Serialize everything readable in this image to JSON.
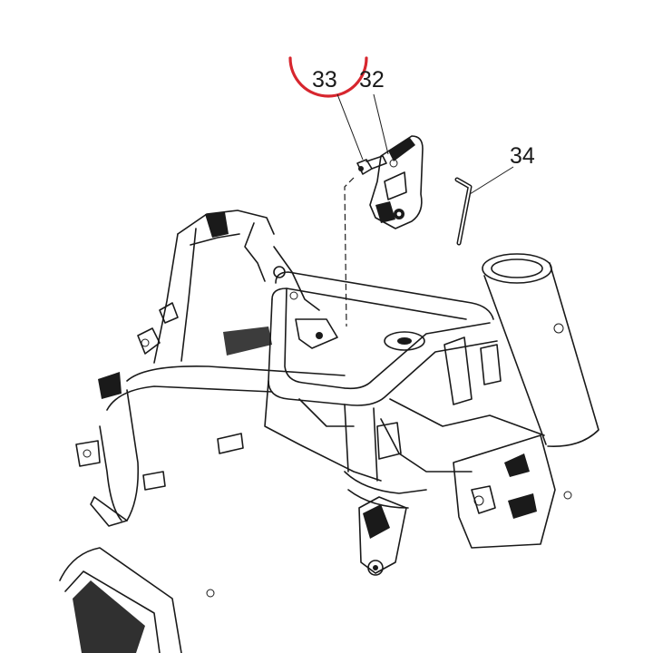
{
  "diagram": {
    "callouts": [
      {
        "id": "33",
        "text": "33",
        "highlighted": true
      },
      {
        "id": "32",
        "text": "32",
        "highlighted": false
      },
      {
        "id": "34",
        "text": "34",
        "highlighted": false
      }
    ],
    "highlight_color": "#d7262e",
    "line_color": "#1a1a1a",
    "background": "#ffffff"
  }
}
